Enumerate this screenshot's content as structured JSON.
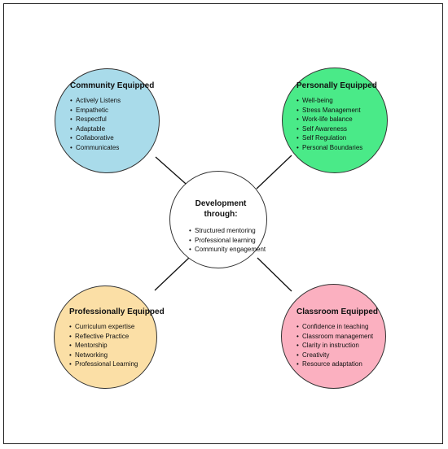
{
  "center": {
    "title": "Development through:",
    "items": [
      "Structured mentoring",
      "Professional learning",
      "Community engagement"
    ]
  },
  "nodes": {
    "community": {
      "title": "Community Equipped",
      "color": "#a9dbea",
      "items": [
        "Actively Listens",
        "Empathetic",
        "Respectful",
        "Adaptable",
        "Collaborative",
        "Communicates"
      ]
    },
    "personal": {
      "title": "Personally Equipped",
      "color": "#4aea88",
      "items": [
        "Well-being",
        "Stress Management",
        "Work-life balance",
        "Self Awareness",
        "Self Regulation",
        "Personal Boundaries"
      ]
    },
    "professional": {
      "title": "Professionally Equipped",
      "color": "#fbdfa6",
      "items": [
        "Curriculum expertise",
        "Reflective Practice",
        "Mentorship",
        "Networking",
        "Professional Learning"
      ]
    },
    "classroom": {
      "title": "Classroom Equipped",
      "color": "#fbb0c0",
      "items": [
        "Confidence in teaching",
        "Classroom management",
        "Clarity in instruction",
        "Creativity",
        "Resource adaptation"
      ]
    }
  }
}
